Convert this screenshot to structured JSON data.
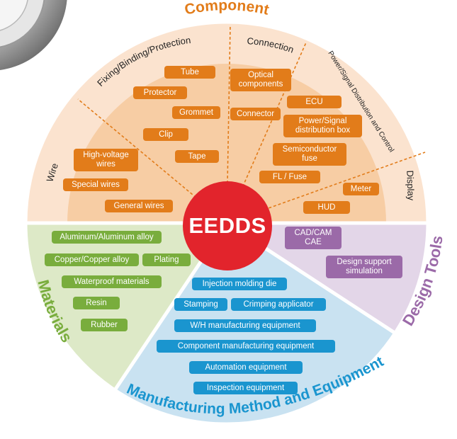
{
  "center": {
    "label": "EEDDS"
  },
  "categories": {
    "component": "Component",
    "materials": "Materials",
    "manufacturing": "Manufacturing Method and Equipment",
    "design_tools": "Design Tools"
  },
  "subcategories": {
    "wire": "Wire",
    "fixing": "Fixing/Binding/Protection",
    "connection": "Connection",
    "power": "Power/Signal Distribution and Control",
    "display": "Display"
  },
  "component_items": {
    "tube": "Tube",
    "protector": "Protector",
    "grommet": "Grommet",
    "clip": "Clip",
    "tape": "Tape",
    "high_voltage": "High-voltage wires",
    "special_wires": "Special wires",
    "general_wires": "General wires",
    "optical": "Optical components",
    "connector": "Connector",
    "ecu": "ECU",
    "power_box": "Power/Signal distribution box",
    "semiconductor": "Semiconductor fuse",
    "fl_fuse": "FL / Fuse",
    "meter": "Meter",
    "hud": "HUD"
  },
  "materials_items": {
    "aluminum": "Aluminum/Aluminum alloy",
    "copper": "Copper/Copper alloy",
    "plating": "Plating",
    "waterproof": "Waterproof materials",
    "resin": "Resin",
    "rubber": "Rubber"
  },
  "manufacturing_items": {
    "injection": "Injection molding die",
    "stamping": "Stamping",
    "crimping": "Crimping applicator",
    "wh_equipment": "W/H manufacturing equipment",
    "component_equipment": "Component manufacturing equipment",
    "automation": "Automation equipment",
    "inspection": "Inspection equipment"
  },
  "design_items": {
    "cad": "CAD/CAM CAE",
    "simulation": "Design support simulation"
  },
  "colors": {
    "component": "#e27c1a",
    "materials": "#79ad3d",
    "manufacturing": "#1a95cf",
    "design_tools": "#9b6aa8",
    "center": "#e2242c"
  }
}
